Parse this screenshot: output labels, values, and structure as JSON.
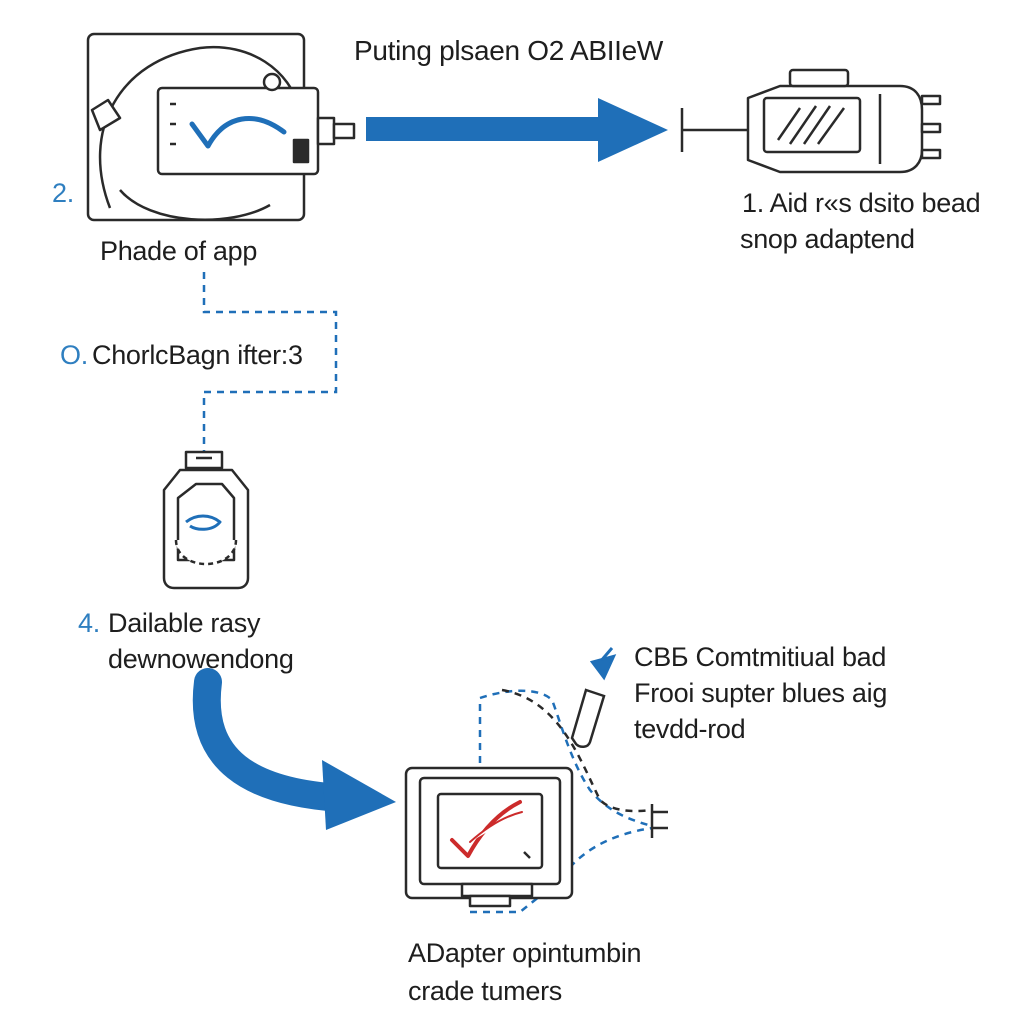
{
  "title": "Puting plsaen O2 ABIIeW",
  "steps": {
    "top_left": {
      "number": "2.",
      "label": "Phade of app"
    },
    "top_right": {
      "line1": "1. Aid r«s dsito bead",
      "line2": "snop adaptend"
    },
    "middle": {
      "number": "O.",
      "label": "ChorlcBagn ifter:3"
    },
    "fourth": {
      "number": "4.",
      "line1": "Dailable rasy",
      "line2": "dewnowendong"
    },
    "right_lower": {
      "line1": "CBБ Comtmitiual bad",
      "line2": "Frooi supter blues aig",
      "line3": "tevdd-rod"
    },
    "bottom": {
      "line1": "ADapter opintumbin",
      "line2": "crade tumers"
    }
  },
  "colors": {
    "accent_blue": "#1f6fb8",
    "check_red": "#cc2b2b",
    "line": "#2a2a2a"
  }
}
